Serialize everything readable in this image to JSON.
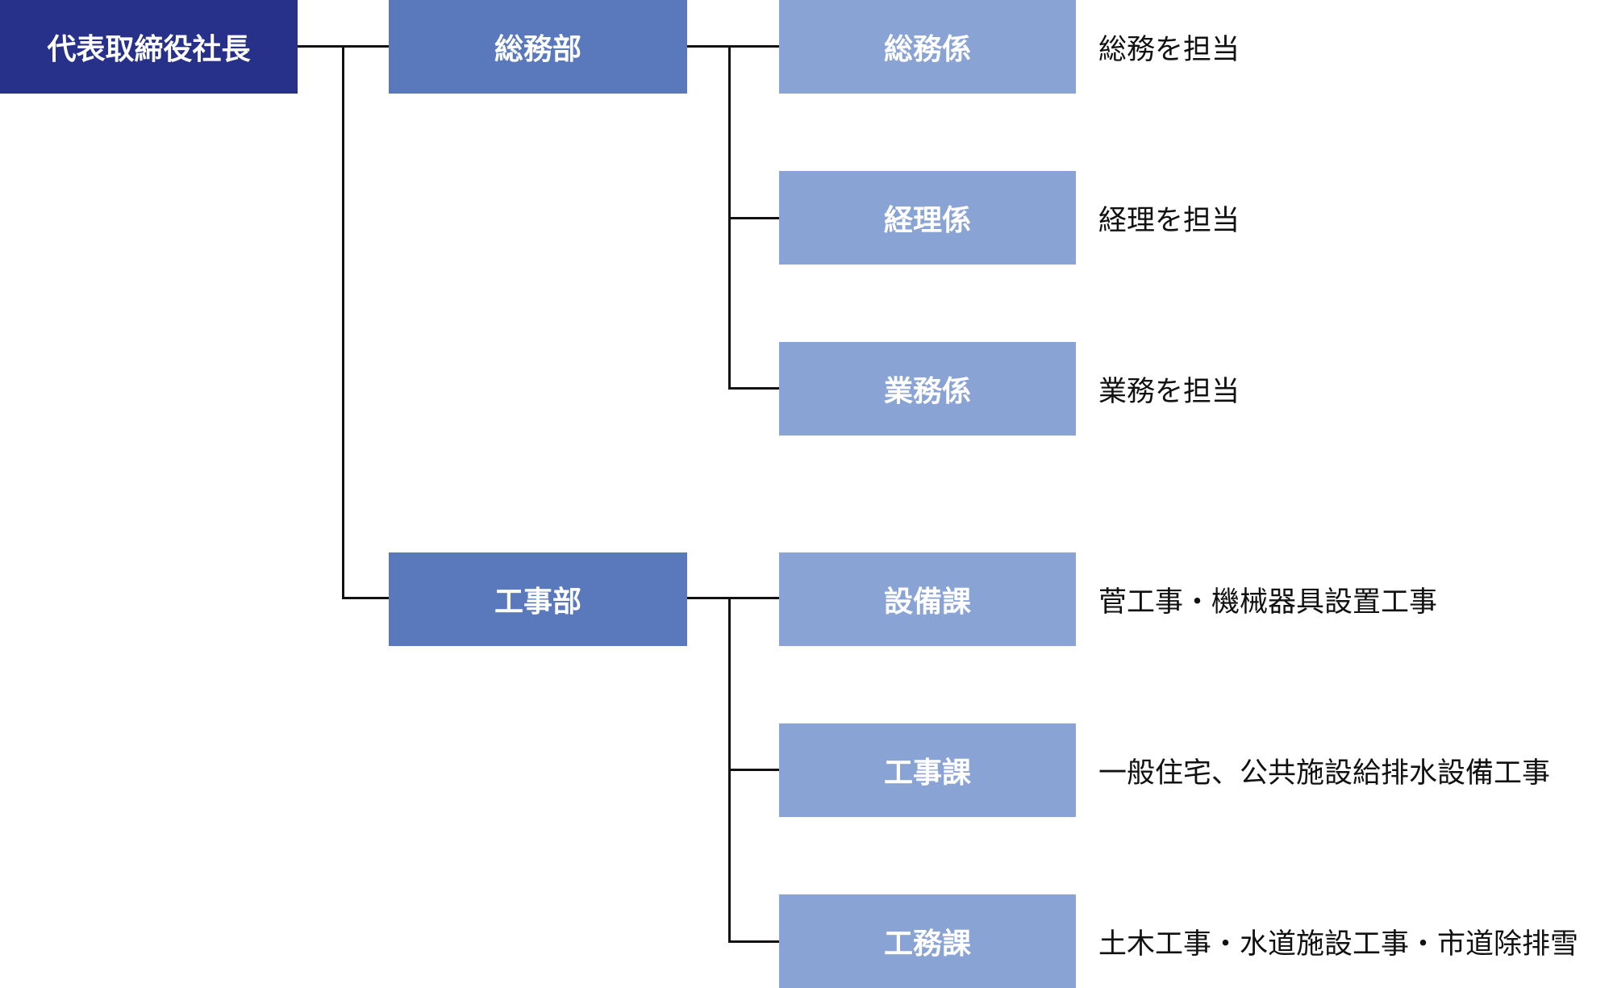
{
  "president": "代表取締役社長",
  "departments": [
    {
      "name": "総務部",
      "sections": [
        {
          "name": "総務係",
          "desc": "総務を担当"
        },
        {
          "name": "経理係",
          "desc": "経理を担当"
        },
        {
          "name": "業務係",
          "desc": "業務を担当"
        }
      ]
    },
    {
      "name": "工事部",
      "sections": [
        {
          "name": "設備課",
          "desc": "菅工事・機械器具設置工事"
        },
        {
          "name": "工事課",
          "desc": "一般住宅、公共施設給排水設備工事"
        },
        {
          "name": "工務課",
          "desc": "土木工事・水道施設工事・市道除排雪"
        }
      ]
    }
  ],
  "colors": {
    "president": "#27318a",
    "department": "#5a79bd",
    "section": "#8aa3d5"
  }
}
